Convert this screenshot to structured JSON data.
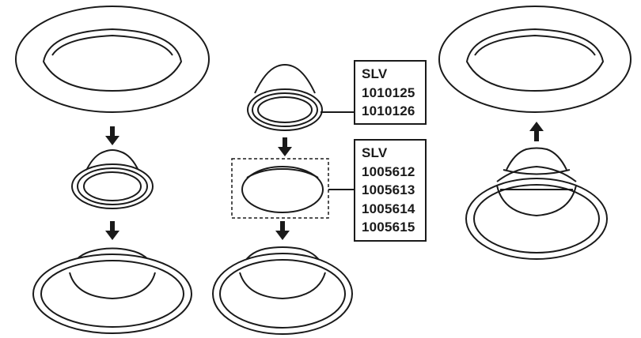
{
  "diagram": {
    "callouts": {
      "top": {
        "lines": [
          "SLV",
          "1010125",
          "1010126"
        ]
      },
      "bottom": {
        "lines": [
          "SLV",
          "1005612",
          "1005613",
          "1005614",
          "1005615"
        ]
      }
    }
  }
}
